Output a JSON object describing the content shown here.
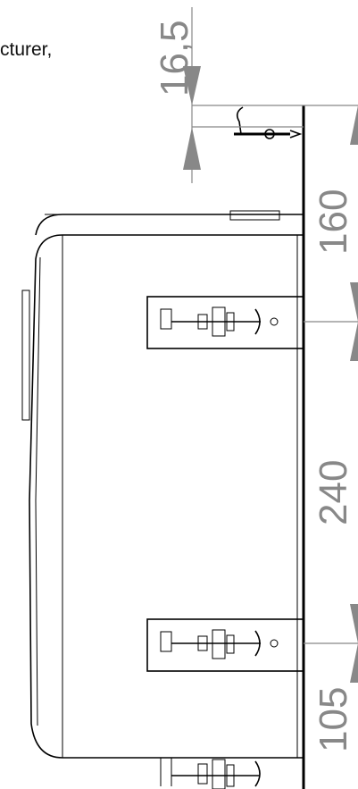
{
  "caption_fragment": "cturer,",
  "dimensions": {
    "top_offset": "16,5",
    "upper_spacing": "160",
    "bracket_spacing": "240",
    "lower_spacing": "105"
  },
  "colors": {
    "line": "#000000",
    "dimension": "#888888",
    "background": "#ffffff"
  }
}
